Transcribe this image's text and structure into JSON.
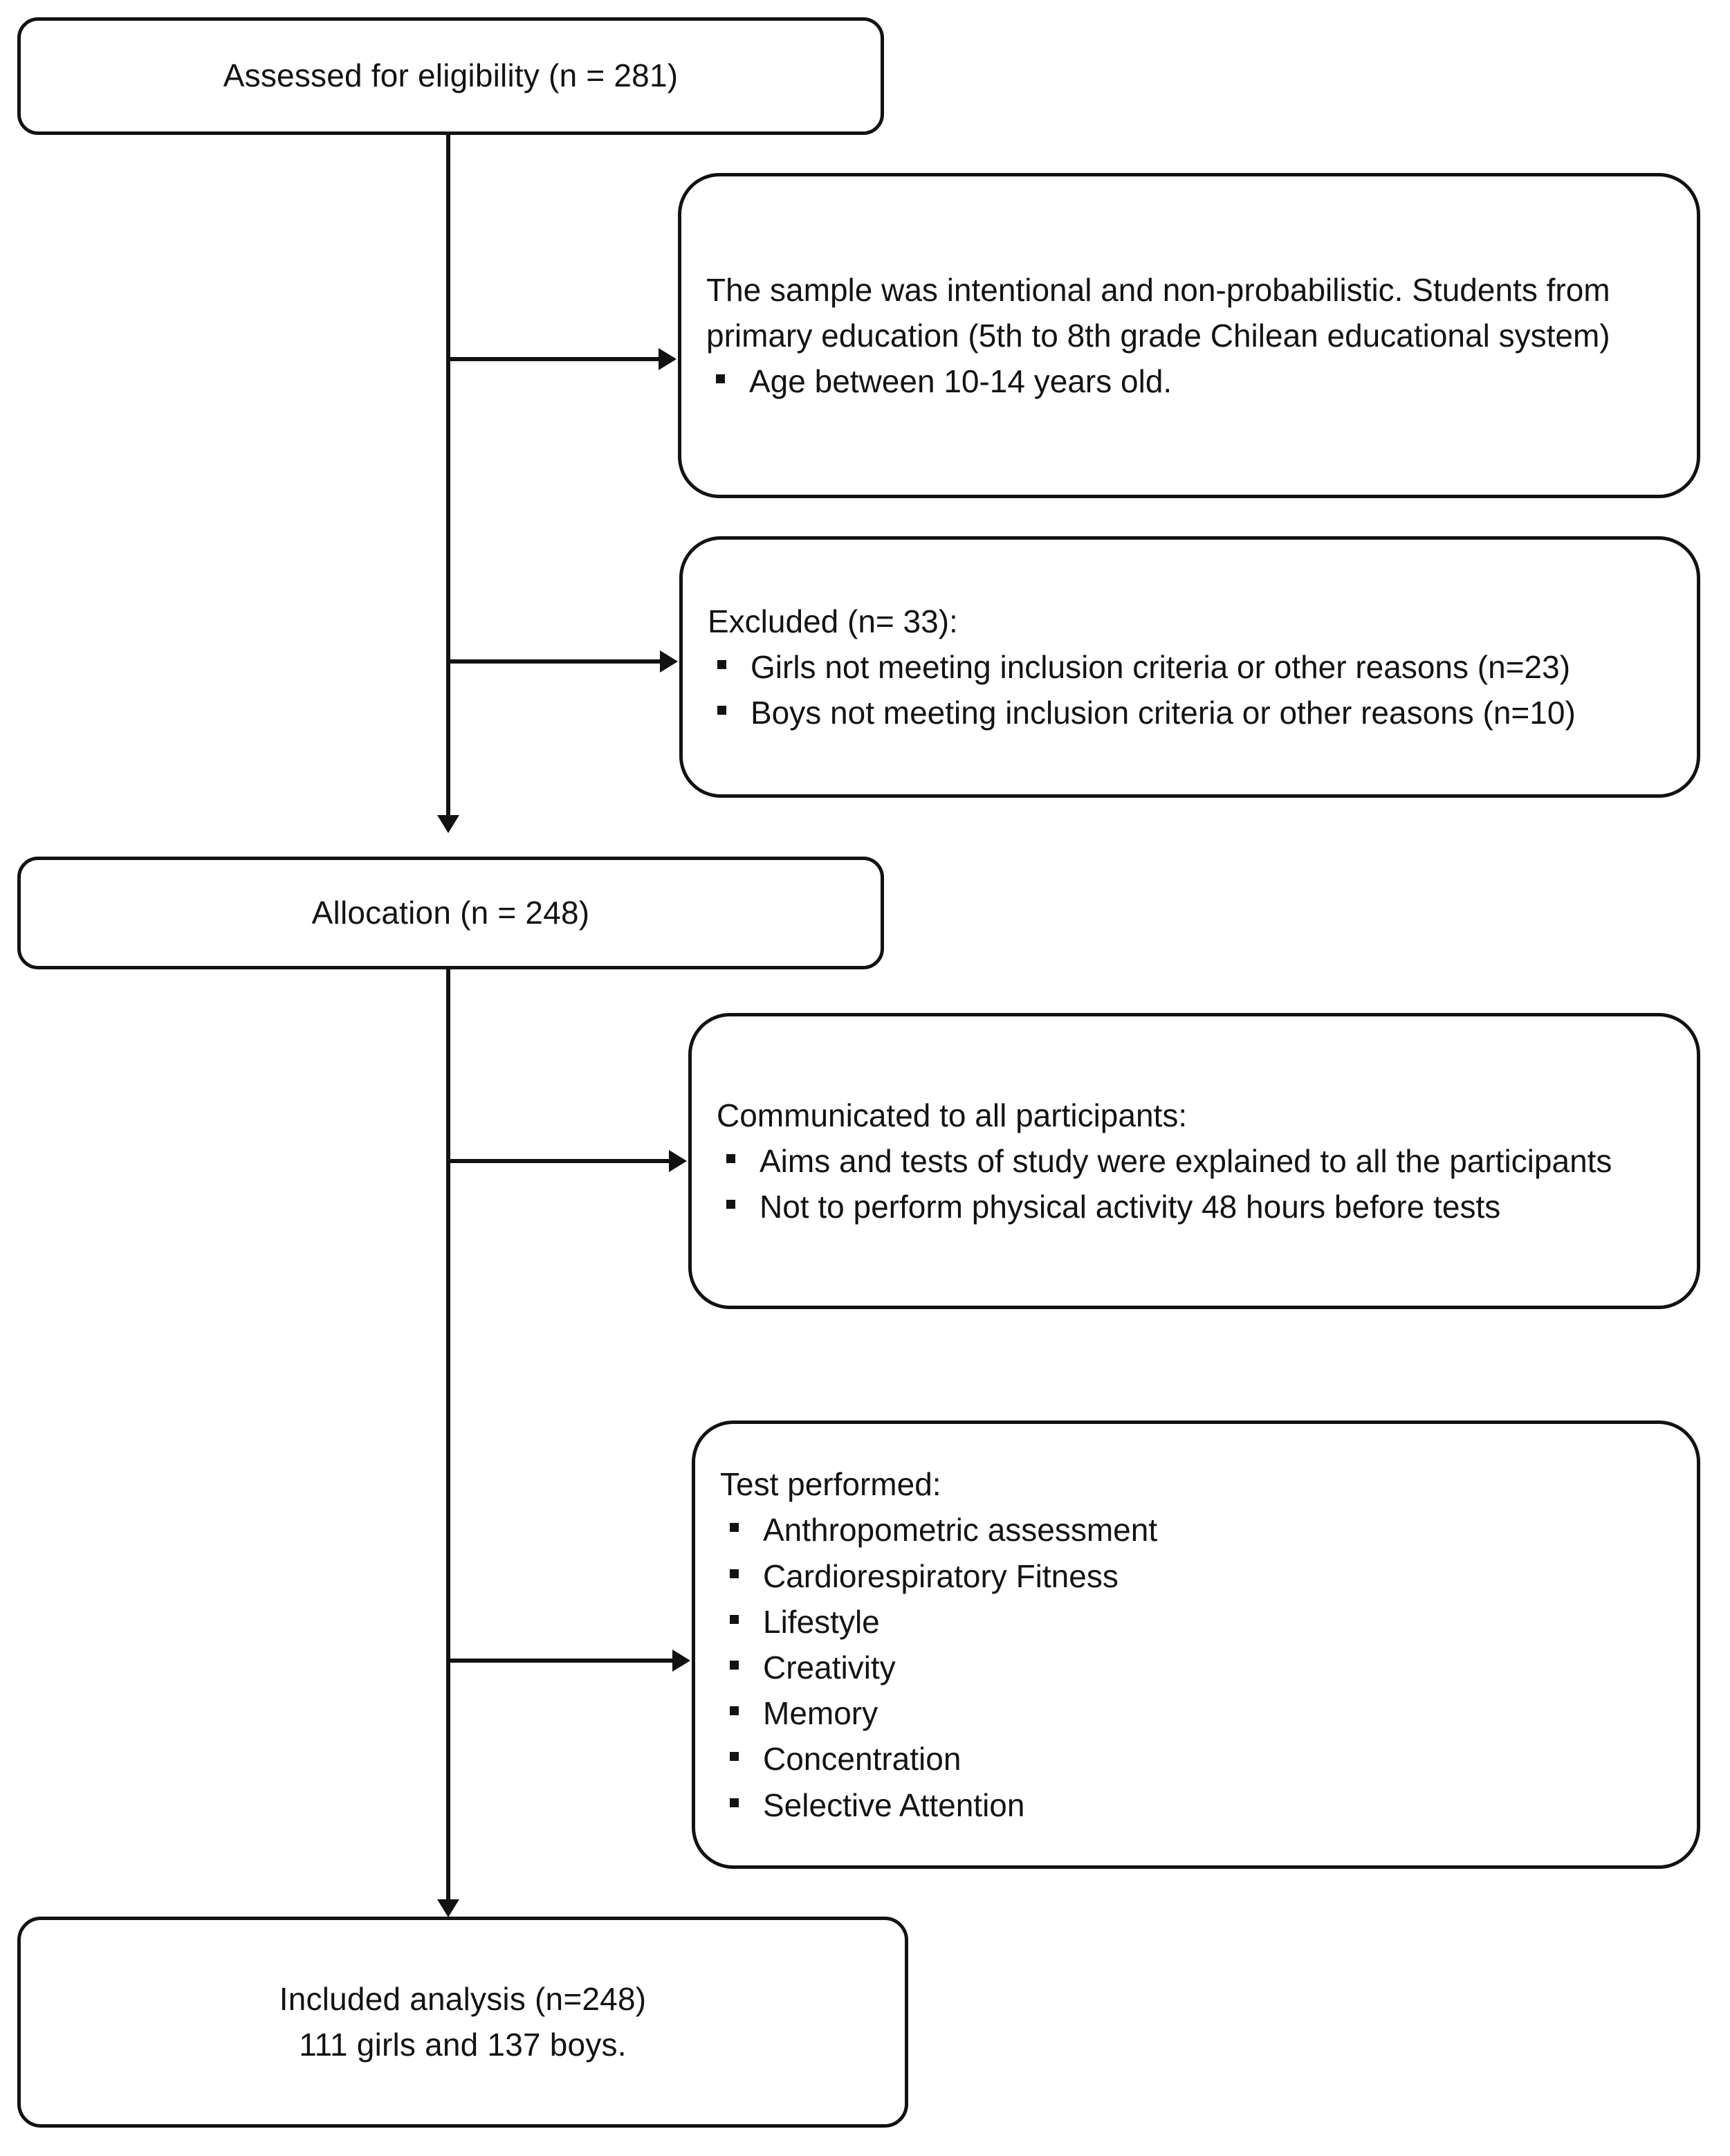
{
  "diagram": {
    "title": "Participant flow diagram",
    "type": "flowchart",
    "accent_color": "#121212",
    "background_color": "#ffffff"
  },
  "nodes": {
    "assessed": {
      "label": "Assessed  for eligibility (n = 281)"
    },
    "sample_description": {
      "paragraph": "The sample was intentional and non-probabilistic. Students from primary education (5th to 8th grade Chilean educational system)",
      "bullets": [
        "Age between 10-14 years old."
      ]
    },
    "excluded": {
      "heading": "Excluded (n= 33):",
      "bullets": [
        "Girls not meeting inclusion criteria or other reasons  (n=23)",
        "Boys not meeting inclusion criteria or other reasons  (n=10)"
      ]
    },
    "allocation": {
      "label": "Allocation (n = 248)"
    },
    "communicated": {
      "heading": "Communicated to all participants:",
      "bullets": [
        "Aims and tests of study were explained to all the participants",
        "Not to perform physical activity 48 hours before tests"
      ]
    },
    "tests": {
      "heading": "Test performed:",
      "bullets": [
        "Anthropometric assessment",
        "Cardiorespiratory Fitness",
        "Lifestyle",
        "Creativity",
        "Memory",
        "Concentration",
        "Selective Attention"
      ]
    },
    "included": {
      "line1": "Included analysis (n=248)",
      "line2": "111 girls and 137 boys."
    }
  },
  "connectors": [
    {
      "name": "trunk-main",
      "from": "assessed",
      "to": "included",
      "style": "vertical"
    },
    {
      "name": "branch-sample",
      "from": "trunk-main",
      "to": "sample_description",
      "style": "horizontal-arrow"
    },
    {
      "name": "branch-excluded",
      "from": "trunk-main",
      "to": "excluded",
      "style": "horizontal-arrow"
    },
    {
      "name": "arrow-allocation",
      "from": "trunk-main",
      "to": "allocation",
      "style": "vertical-arrow"
    },
    {
      "name": "branch-communicated",
      "from": "trunk-main",
      "to": "communicated",
      "style": "horizontal-arrow"
    },
    {
      "name": "branch-tests",
      "from": "trunk-main",
      "to": "tests",
      "style": "horizontal-arrow"
    },
    {
      "name": "arrow-included",
      "from": "trunk-main",
      "to": "included",
      "style": "vertical-arrow"
    }
  ]
}
